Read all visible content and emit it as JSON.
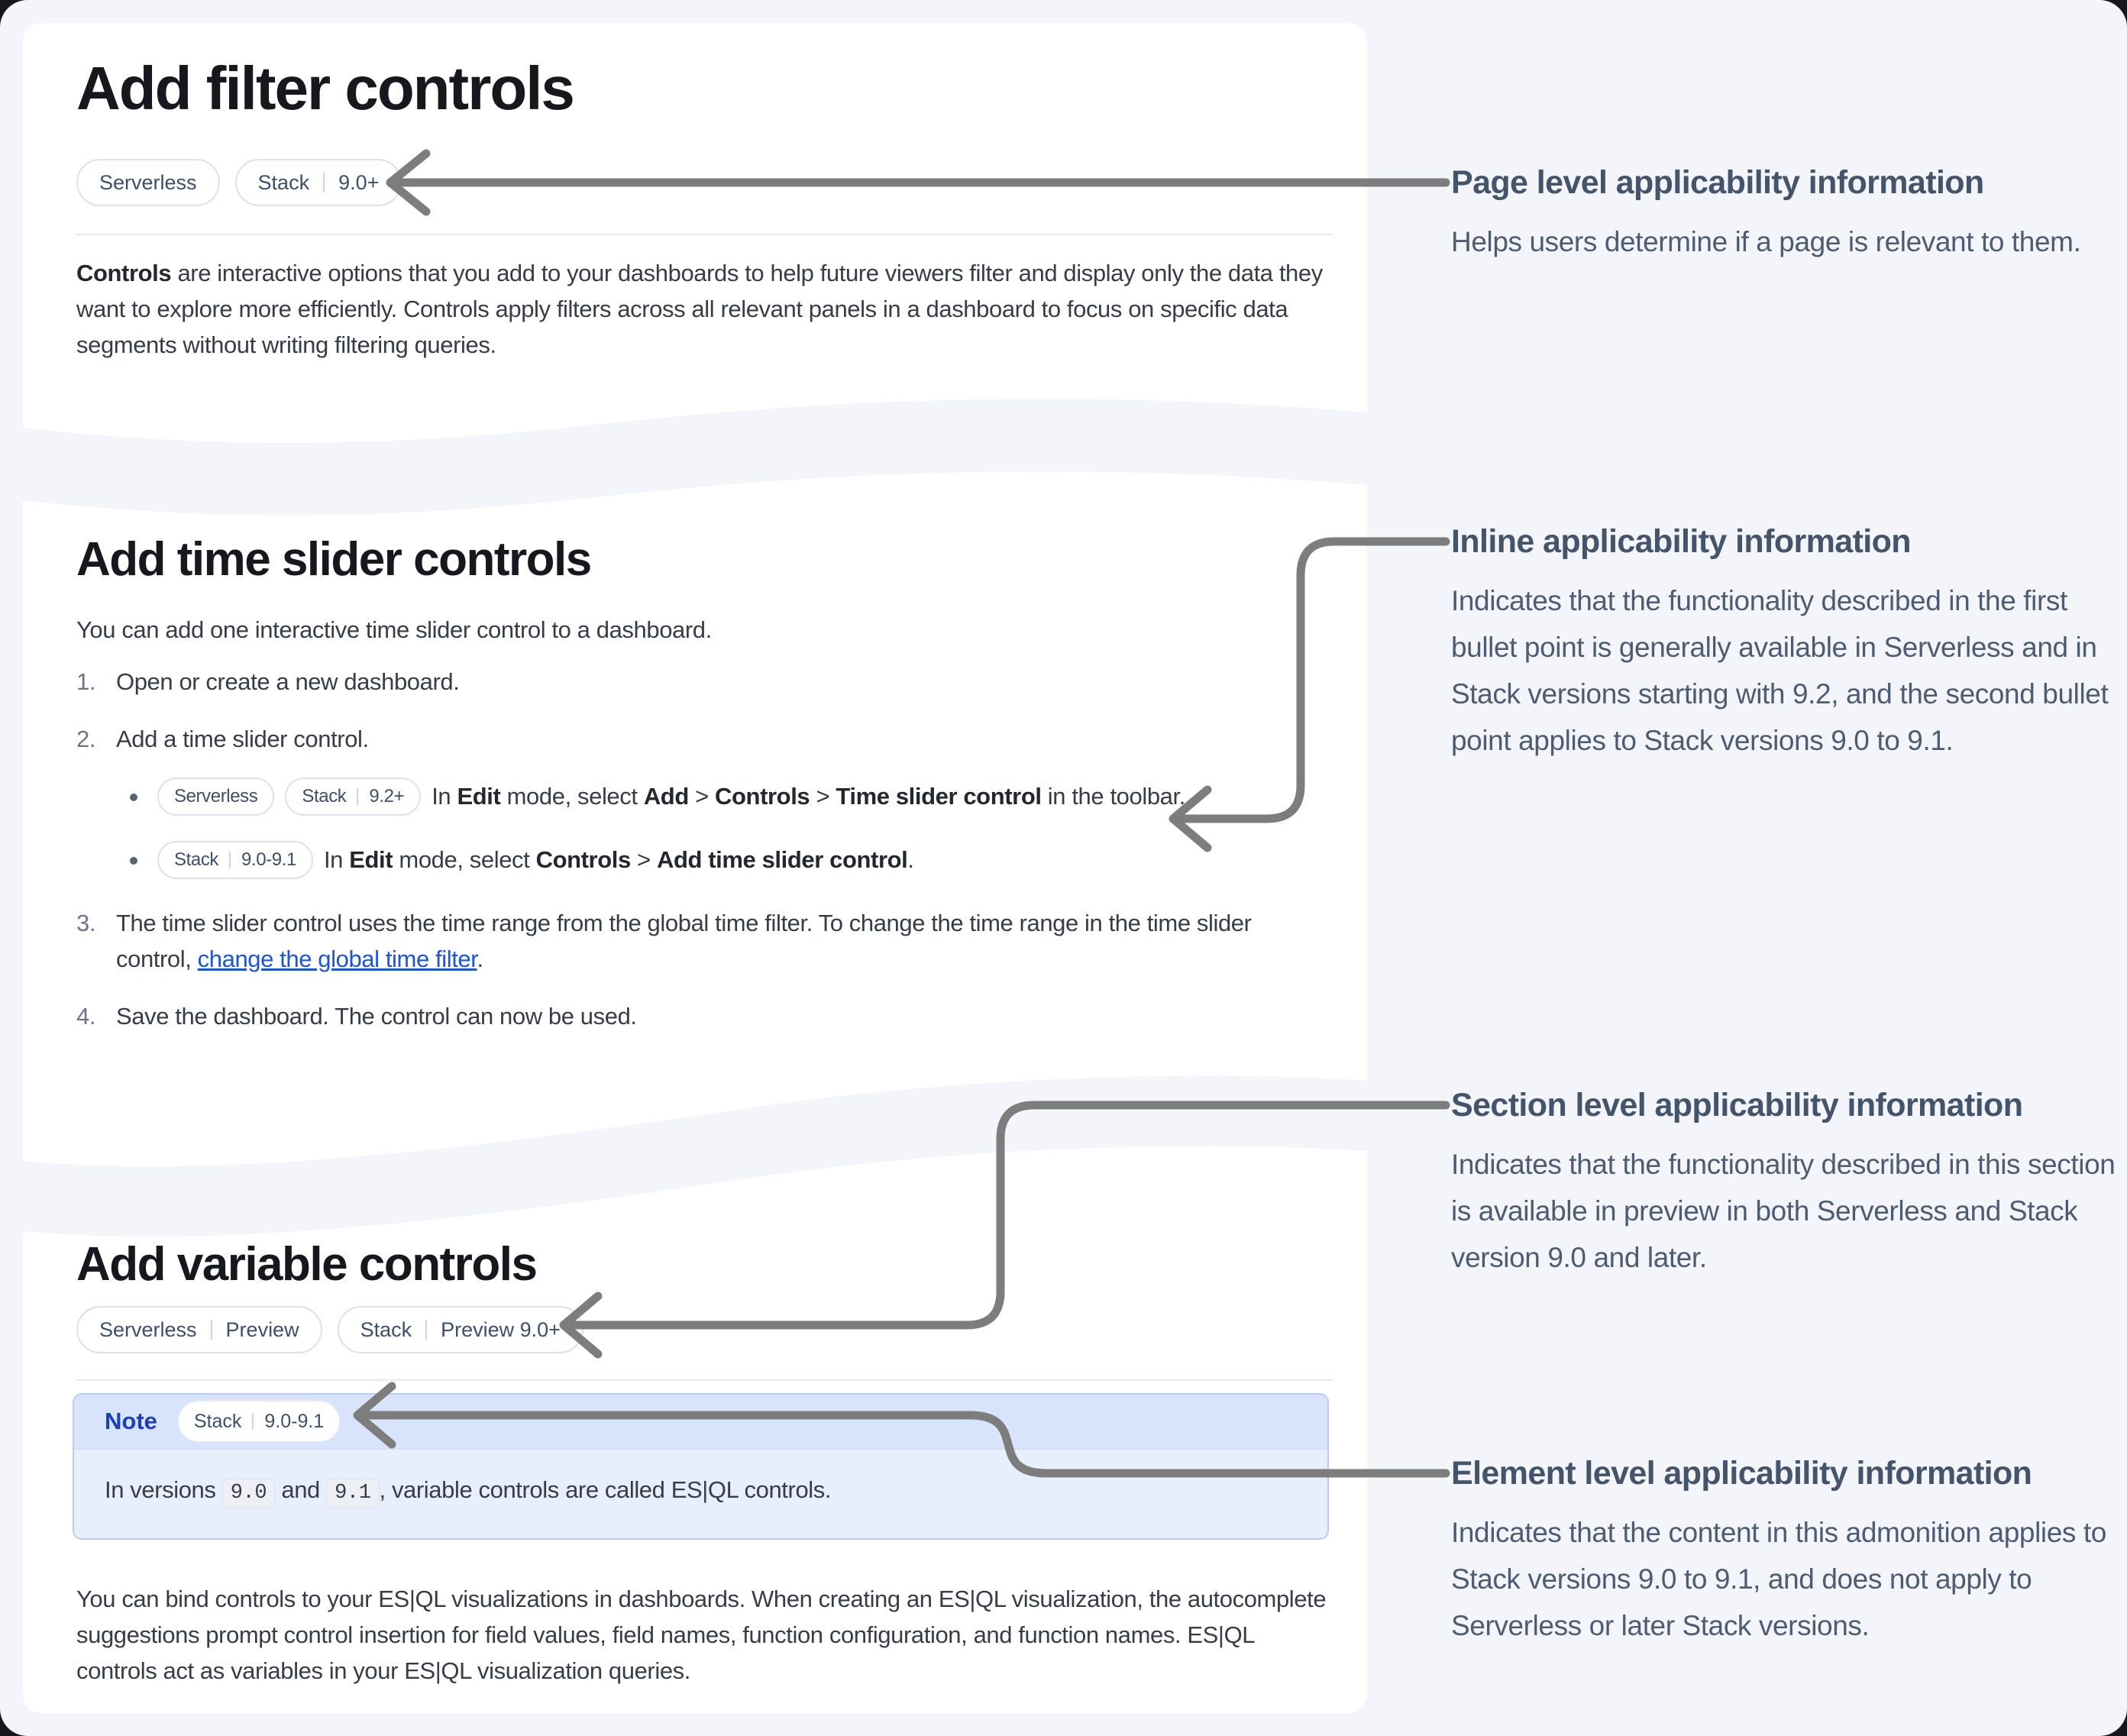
{
  "colors": {
    "page_bg": "#f3f5fa",
    "card_bg": "#ffffff",
    "arrow": "#7d7d7d",
    "link": "#1b54d9",
    "note_header_bg": "#d8e4fc",
    "note_body_bg": "#e7eefc",
    "note_label": "#1c3eb8",
    "badge_text": "#3e4f6b"
  },
  "sections": {
    "filter": {
      "title": "Add filter controls",
      "badges": [
        {
          "segments": [
            "Serverless"
          ]
        },
        {
          "segments": [
            "Stack",
            "9.0+"
          ]
        }
      ],
      "body": [
        {
          "t": "Controls",
          "b": 1
        },
        {
          "t": " are interactive options that you add to your dashboards to help future viewers filter and display only the data they want to explore more efficiently. Controls apply filters across all relevant panels in a dashboard to focus on specific data segments without writing filtering queries."
        }
      ]
    },
    "time_slider": {
      "title": "Add time slider controls",
      "intro": "You can add one interactive time slider control to a dashboard.",
      "steps": [
        {
          "num": "1.",
          "rich": [
            {
              "t": "Open or create a new dashboard."
            }
          ]
        },
        {
          "num": "2.",
          "rich": [
            {
              "t": "Add a time slider control."
            }
          ],
          "bullets": [
            {
              "badges": [
                {
                  "segments": [
                    "Serverless"
                  ]
                },
                {
                  "segments": [
                    "Stack",
                    "9.2+"
                  ]
                }
              ],
              "rich": [
                {
                  "t": "In "
                },
                {
                  "t": "Edit",
                  "b": 1
                },
                {
                  "t": " mode, select "
                },
                {
                  "t": "Add",
                  "b": 1
                },
                {
                  "t": " > "
                },
                {
                  "t": "Controls",
                  "b": 1
                },
                {
                  "t": " > "
                },
                {
                  "t": "Time slider control",
                  "b": 1
                },
                {
                  "t": " in the toolbar."
                }
              ]
            },
            {
              "badges": [
                {
                  "segments": [
                    "Stack",
                    "9.0-9.1"
                  ]
                }
              ],
              "rich": [
                {
                  "t": "In "
                },
                {
                  "t": "Edit",
                  "b": 1
                },
                {
                  "t": " mode, select "
                },
                {
                  "t": "Controls",
                  "b": 1
                },
                {
                  "t": " > "
                },
                {
                  "t": "Add time slider control",
                  "b": 1
                },
                {
                  "t": "."
                }
              ]
            }
          ]
        },
        {
          "num": "3.",
          "rich": [
            {
              "t": "The time slider control uses the time range from the global time filter. To change the time range in the time slider control, "
            },
            {
              "t": "change the global time filter",
              "link": 1
            },
            {
              "t": "."
            }
          ]
        },
        {
          "num": "4.",
          "rich": [
            {
              "t": "Save the dashboard. The control can now be used."
            }
          ]
        }
      ]
    },
    "variable": {
      "title": "Add variable controls",
      "badges": [
        {
          "segments": [
            "Serverless",
            "Preview"
          ]
        },
        {
          "segments": [
            "Stack",
            "Preview 9.0+"
          ]
        }
      ],
      "note": {
        "label": "Note",
        "badge": {
          "segments": [
            "Stack",
            "9.0-9.1"
          ]
        },
        "body": [
          {
            "t": "In versions "
          },
          {
            "t": "9.0",
            "code": 1
          },
          {
            "t": " and "
          },
          {
            "t": "9.1",
            "code": 1
          },
          {
            "t": ", variable controls are called ES|QL controls."
          }
        ]
      },
      "body": "You can bind controls to your ES|QL visualizations in dashboards. When creating an ES|QL visualization, the autocomplete suggestions prompt control insertion for field values, field names, function configuration, and function names. ES|QL controls act as variables in your ES|QL visualization queries."
    }
  },
  "annotations": [
    {
      "title": "Page level applicability information",
      "body": "Helps users determine if a page is relevant to them."
    },
    {
      "title": "Inline applicability information",
      "body": "Indicates that the functionality described in the first bullet point is generally available in Serverless and in Stack versions starting with 9.2, and the second bullet point applies to Stack versions 9.0 to 9.1."
    },
    {
      "title": "Section level applicability information",
      "body": "Indicates that the functionality described in this section is available in preview in both Serverless and Stack version 9.0 and later."
    },
    {
      "title": "Element level applicability information",
      "body": "Indicates that the content in this admonition applies to Stack versions 9.0 to 9.1, and does not apply to Serverless or later Stack versions."
    }
  ]
}
